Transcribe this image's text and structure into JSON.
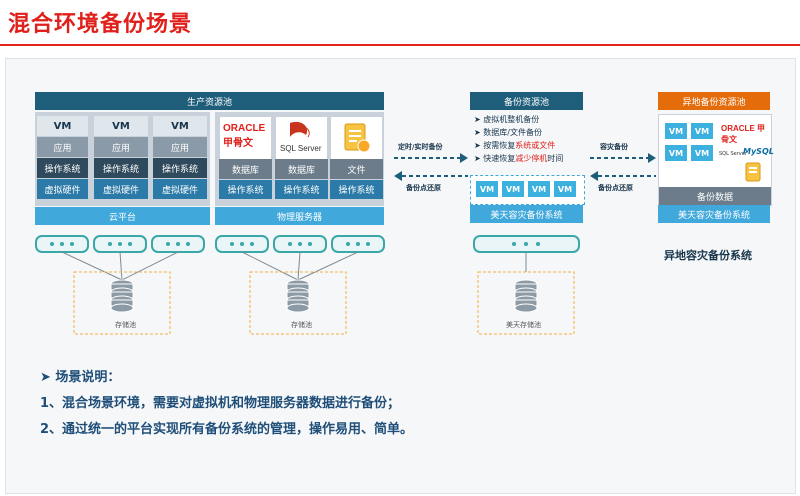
{
  "title": "混合环境备份场景",
  "production_pool": {
    "header": "生产资源池",
    "vm_columns": [
      {
        "vm": "VM",
        "app": "应用",
        "os": "操作系统",
        "hw": "虚拟硬件"
      },
      {
        "vm": "VM",
        "app": "应用",
        "os": "操作系统",
        "hw": "虚拟硬件"
      },
      {
        "vm": "VM",
        "app": "应用",
        "os": "操作系统",
        "hw": "虚拟硬件"
      }
    ],
    "cloud_label": "云平台",
    "physical_columns": [
      {
        "logo": "ORACLE 甲骨文",
        "label": "数据库",
        "os": "操作系统"
      },
      {
        "logo": "SQL Server",
        "label": "数据库",
        "os": "操作系统"
      },
      {
        "logo": "",
        "label": "文件",
        "os": "操作系统"
      }
    ],
    "physical_label": "物理服务器",
    "storage_label": "存储池",
    "storage_label2": "存储池"
  },
  "arrows": {
    "backup": "定时/实时备份",
    "restore": "备份点还原",
    "dr_backup": "容灾备份",
    "dr_restore": "备份点还原"
  },
  "backup_pool": {
    "header": "备份资源池",
    "bullets": [
      {
        "text": "虚拟机整机备份",
        "highlight": ""
      },
      {
        "text": "数据库/文件备份",
        "highlight": ""
      },
      {
        "text": "按需恢复",
        "highlight": "系统或文件"
      },
      {
        "text": "快速恢复",
        "highlight": "减少停机",
        "suffix": "时间"
      }
    ],
    "vm_tags": [
      "VM",
      "VM",
      "VM",
      "VM"
    ],
    "system_label": "美天容灾备份系统",
    "storage_label": "美天存储池"
  },
  "remote_pool": {
    "header": "异地备份资源池",
    "vm_tags": [
      "VM",
      "VM",
      "VM",
      "VM"
    ],
    "logos": [
      "ORACLE 甲骨文",
      "SQL Server",
      "MySQL"
    ],
    "data_label": "备份数据",
    "system_label": "美天容灾备份系统",
    "caption": "异地容灾备份系统"
  },
  "scenario": {
    "heading": "场景说明：",
    "items": [
      "1、混合场景环境，需要对虚拟机和物理服务器数据进行备份；",
      "2、通过统一的平台实现所有备份系统的管理，操作易用、简单。"
    ]
  },
  "colors": {
    "title_red": "#e0201b",
    "dark_bar": "#1f5e7a",
    "blue_bar": "#41a8dc",
    "orange_bar": "#e46c0a",
    "storage_border": "#f0b040"
  }
}
